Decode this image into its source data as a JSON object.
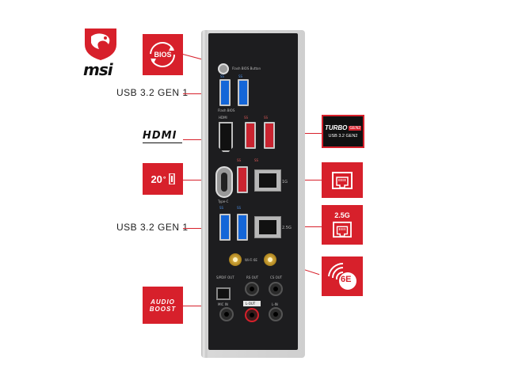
{
  "brand": {
    "name": "msi"
  },
  "badges": {
    "bios": "BIOS",
    "gbps": "20",
    "turbo_top": "TURBO",
    "turbo_tag": "GEN2",
    "turbo_bottom": "USB 3.2 GEN2",
    "lan25": "2.5G",
    "wifi": "6E",
    "audio_line1": "AUDIO",
    "audio_line2": "BOOST"
  },
  "labels": {
    "usb_top": "USB 3.2 GEN 1",
    "hdmi": "HDMI",
    "usb_bottom": "USB 3.2 GEN 1"
  },
  "panel": {
    "flash_bios": "Flash BIOS Button",
    "flash_bios_port": "Flash BIOS",
    "ss1": "SS",
    "ss2": "SS",
    "ss3": "SS",
    "ss4": "SS",
    "ss5": "SS",
    "ss6": "SS",
    "ss7": "SS",
    "ss8": "SS",
    "hdmi": "HDMI",
    "typec": "Type-C",
    "lan1": "1G",
    "lan2": "2.5G",
    "wifi": "Wi-Fi 6E",
    "spdif": "S/PDIF OUT",
    "rs_out": "RS OUT",
    "cs_out": "CS OUT",
    "mic_in": "MIC IN",
    "l_out": "L-OUT",
    "l_in": "L-IN"
  },
  "colors": {
    "accent": "#d7202b",
    "usb_blue": "#1466d8",
    "usb_red": "#c92430",
    "panel": "#1d1d1f"
  }
}
